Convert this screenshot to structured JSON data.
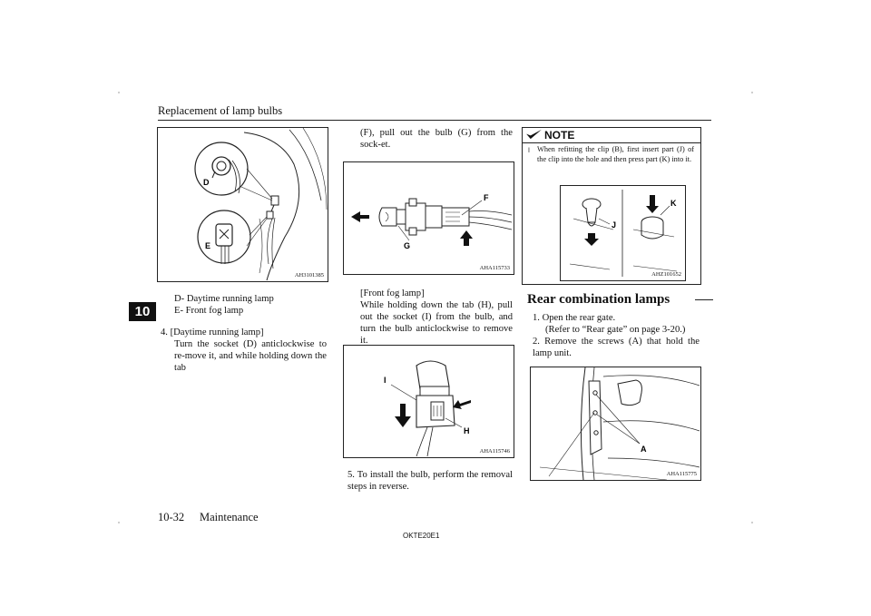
{
  "header": {
    "title": "Replacement of lamp bulbs"
  },
  "chapter_tab": "10",
  "figures": {
    "fig1": {
      "code": "AH3101385",
      "labels": [
        "D",
        "E"
      ]
    },
    "fig2": {
      "code": "AHA115733",
      "labels": [
        "F",
        "G"
      ]
    },
    "fig3": {
      "code": "AHA115746",
      "labels": [
        "I",
        "H"
      ]
    },
    "fig4": {
      "code": "AHZ101652",
      "labels": [
        "J",
        "K"
      ]
    },
    "fig5": {
      "code": "AHA115775",
      "labels": [
        "A"
      ]
    }
  },
  "left_column": {
    "legend": [
      "D- Daytime running lamp",
      "E- Front fog lamp"
    ],
    "step4_heading": "4. [Daytime running lamp]",
    "step4_body": "Turn the socket (D) anticlockwise to re-move it, and while holding down the tab"
  },
  "middle_column": {
    "continued": "(F), pull out the bulb (G) from the sock-et.",
    "fog_heading": "[Front fog lamp]",
    "fog_body": "While holding down the tab (H), pull out the socket (I) from the bulb, and turn the bulb anticlockwise to remove it.",
    "step5": "5. To install the bulb, perform the removal steps in reverse."
  },
  "note": {
    "label": "NOTE",
    "bullet": "l",
    "text": "When refitting the clip (B), first insert part (J) of the clip into the hole and then press part (K) into it."
  },
  "rear_section": {
    "title": "Rear combination lamps",
    "step1": "1. Open the rear gate.",
    "step1_ref": "(Refer to “Rear gate” on page 3-20.)",
    "step2": "2. Remove the screws (A) that hold the lamp unit."
  },
  "footer": {
    "page_number": "10-32",
    "section": "Maintenance",
    "doc_code": "OKTE20E1"
  }
}
